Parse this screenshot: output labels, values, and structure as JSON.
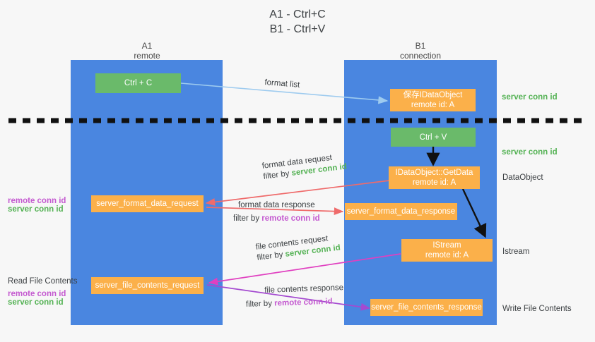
{
  "title": {
    "line1": "A1 - Ctrl+C",
    "line2": "B1 - Ctrl+V"
  },
  "columns": [
    {
      "name": "A1",
      "sub": "remote"
    },
    {
      "name": "B1",
      "sub": "connection"
    }
  ],
  "nodes": {
    "ctrl_c": {
      "label": "Ctrl + C"
    },
    "save_idataobject": {
      "line1": "保存IDataObject",
      "line2": "remote id: A"
    },
    "ctrl_v": {
      "label": "Ctrl + V"
    },
    "getdata": {
      "line1": "IDataObject::GetData",
      "line2": "remote id: A"
    },
    "server_format_data_request": {
      "label": "server_format_data_request"
    },
    "server_format_data_response": {
      "label": "server_format_data_response"
    },
    "istream": {
      "line1": "IStream",
      "line2": "remote id: A"
    },
    "server_file_contents_request": {
      "label": "server_file_contents_request"
    },
    "server_file_contents_response": {
      "label": "server_file_contents_response"
    }
  },
  "edges": {
    "format_list": {
      "label": "format list"
    },
    "format_data_request": {
      "line1": "format data request",
      "line2_prefix": "filter by ",
      "line2_key": "server conn id"
    },
    "format_data_response": {
      "line1": "format data response",
      "line2_prefix": "filter by ",
      "line2_key": "remote conn id"
    },
    "file_contents_request": {
      "line1": "file contents request",
      "line2_prefix": "filter by ",
      "line2_key": "server conn id"
    },
    "file_contents_response": {
      "line1": "file contents response",
      "line2_prefix": "filter by ",
      "line2_key": "remote conn id"
    }
  },
  "annotations": {
    "right_server_conn_id_top": "server conn id",
    "right_server_conn_id_mid": "server conn id",
    "right_dataobject": "DataObject",
    "right_istream": "Istream",
    "right_write_file_contents": "Write File Contents",
    "left_remote_conn_id_1": "remote conn id",
    "left_server_conn_id_1": "server conn id",
    "left_read_file_contents": "Read File Contents",
    "left_remote_conn_id_2": "remote conn id",
    "left_server_conn_id_2": "server conn id"
  },
  "colors": {
    "band_blue": "#4a86e0",
    "node_green": "#6aba6a",
    "node_orange": "#fbb04a",
    "arrow_cyan": "#9ecbef",
    "arrow_red": "#ef6b6b",
    "arrow_magenta": "#e040c0",
    "arrow_purple": "#a44ad0",
    "arrow_black": "#111111",
    "key_green": "#54b254",
    "key_purple": "#c45ad0",
    "background": "#f7f7f7"
  }
}
